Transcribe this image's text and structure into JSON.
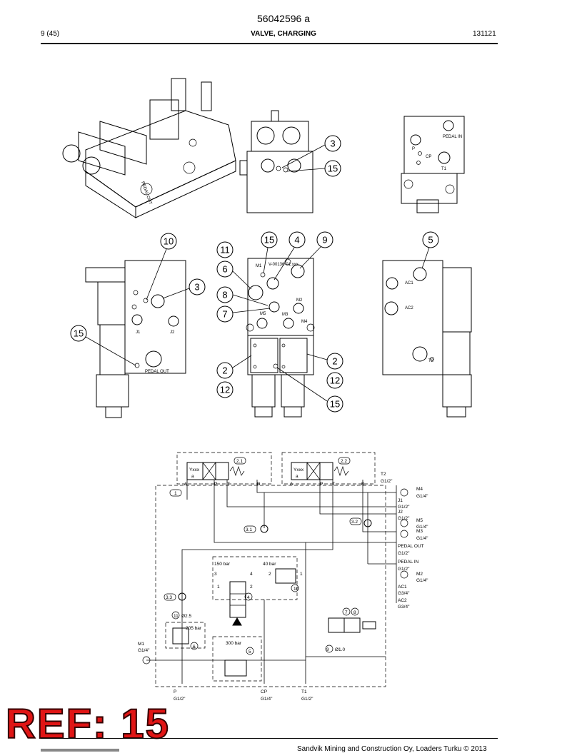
{
  "header": {
    "doc_number": "56042596 a",
    "page": "9 (45)",
    "title": "VALVE, CHARGING",
    "date": "131121"
  },
  "callouts": {
    "top_middle": [
      "3",
      "15"
    ],
    "mid_left": [
      "10",
      "3",
      "15"
    ],
    "mid_center": [
      "15",
      "4",
      "9",
      "11",
      "6",
      "8",
      "7",
      "2",
      "12",
      "2",
      "12",
      "15"
    ],
    "mid_right": [
      "5"
    ]
  },
  "view_labels": {
    "pedal_in": "PEDAL IN",
    "p": "P",
    "cp": "CP",
    "t1": "T1",
    "pedal_out": "PEDAL OUT",
    "j1": "J1",
    "j2": "J2",
    "m1": "M1",
    "m2": "M2",
    "m3": "M3",
    "m4": "M4",
    "m5": "M5",
    "ac1": "AC1",
    "ac2": "AC2",
    "t2": "T2",
    "stamp": "V-00136-01.xxx"
  },
  "schematic": {
    "ports_right": [
      {
        "name": "T2",
        "size": "G1/2\""
      },
      {
        "name": "M4",
        "size": "G1/4\""
      },
      {
        "name": "J1",
        "size": "G1/2\""
      },
      {
        "name": "J2",
        "size": "G1/2\""
      },
      {
        "name": "M5",
        "size": "G1/4\""
      },
      {
        "name": "M3",
        "size": "G1/4\""
      },
      {
        "name": "PEDAL OUT",
        "size": "G1/2\""
      },
      {
        "name": "PEDAL IN",
        "size": "G1/2\""
      },
      {
        "name": "M2",
        "size": "G1/4\""
      },
      {
        "name": "AC1",
        "size": "G3/4\""
      },
      {
        "name": "AC2",
        "size": "G3/4\""
      }
    ],
    "ports_bottom": [
      {
        "name": "P",
        "size": "G1/2\""
      },
      {
        "name": "CP",
        "size": "G1/4\""
      },
      {
        "name": "T1",
        "size": "G1/2\""
      }
    ],
    "port_left": {
      "name": "M1",
      "size": "G1/4\""
    },
    "pressures": [
      "150 bar",
      "40 bar",
      "205 bar",
      "300 bar"
    ],
    "orifices": [
      "Ø2.5",
      "Ø1.0"
    ],
    "solenoid_label": "Yxxx",
    "solenoid_sub": "a",
    "item_tags": [
      "2.1",
      "2.2",
      "1",
      "3.1",
      "3.2",
      "3.3",
      "4",
      "5",
      "6",
      "7",
      "8",
      "9",
      "10",
      "11"
    ],
    "line_ports": [
      "A",
      "P",
      "T",
      "B",
      "3",
      "4",
      "2",
      "1"
    ]
  },
  "footer": {
    "ref": "REF: 15",
    "copyright": "Sandvik Mining and Construction Oy, Loaders Turku © 2013"
  }
}
